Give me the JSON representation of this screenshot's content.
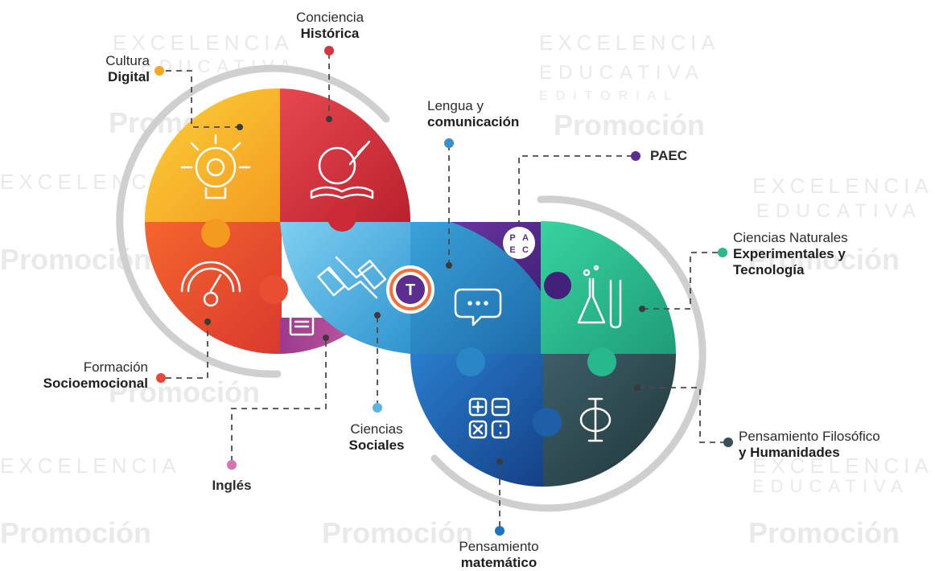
{
  "watermark": {
    "line1": "EXCELENCIA",
    "line2": "EDUCATIVA",
    "line3": "EDITORIAL",
    "promo": "Promoción"
  },
  "center_logo": {
    "letter": "T",
    "color": "#5b2d8e"
  },
  "paec_badge": {
    "p": "P",
    "a": "A",
    "e": "E",
    "c": "C"
  },
  "labels": {
    "cultura_digital": {
      "line1": "Cultura",
      "line2": "Digital",
      "dot_color": "#f7a823"
    },
    "conciencia_historica": {
      "line1": "Conciencia",
      "line2": "Histórica",
      "dot_color": "#d93340"
    },
    "lengua": {
      "line1": "Lengua y",
      "line2": "comunicación",
      "dot_color": "#3a8fc8"
    },
    "paec": {
      "text": "PAEC",
      "dot_color": "#5b2d8e"
    },
    "ciencias_naturales": {
      "line1": "Ciencias Naturales",
      "line2": "Experimentales y",
      "line3": "Tecnología",
      "dot_color": "#2bb88a"
    },
    "formacion": {
      "line1": "Formación",
      "line2": "Socioemocional",
      "dot_color": "#e8473a"
    },
    "ingles": {
      "text": "Inglés",
      "dot_color": "#d873b0"
    },
    "ciencias_sociales": {
      "line1": "Ciencias",
      "line2": "Sociales",
      "dot_color": "#5ab3e3"
    },
    "pensamiento_filosofico": {
      "line1": "Pensamiento Filosófico",
      "line2": "y Humanidades",
      "dot_color": "#3a5058"
    },
    "pensamiento_matematico": {
      "line1": "Pensamiento",
      "line2": "matemático",
      "dot_color": "#1f74c1"
    }
  },
  "colors": {
    "yellow": "#f9b225",
    "orange": "#f0722f",
    "red_hist": "#d8303c",
    "purple": "#5b2d8e",
    "light_blue": "#5bb9e6",
    "mid_blue": "#2a86c7",
    "teal": "#2fbe91",
    "dark_teal": "#2e4a52",
    "deep_blue": "#1e5fa8",
    "pink": "#c3478e",
    "grey_arc": "#cfcfcf"
  }
}
